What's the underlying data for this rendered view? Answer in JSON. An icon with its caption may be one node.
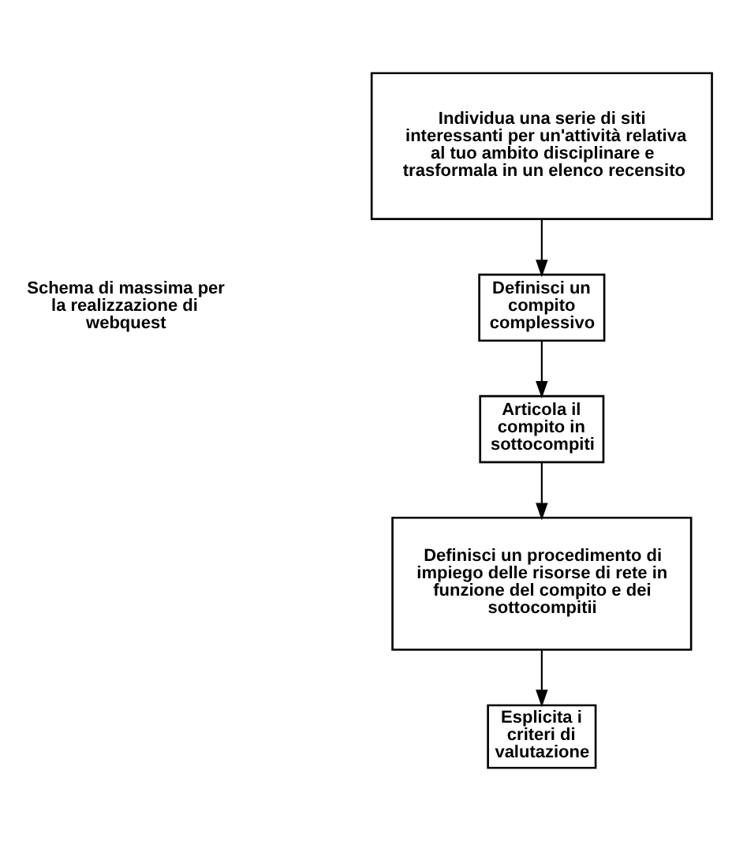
{
  "diagram": {
    "nodes": [
      {
        "text": [
          "Individua una serie di siti interessanti per un'attività relativa al tuo ambito disciplinare e trasformala in un elenco recensito"
        ]
      },
      {
        "text": [
          "Definisci un compito complessivo"
        ]
      },
      {
        "text": [
          "Articola il compito in sottocompiti"
        ]
      },
      {
        "text": [
          "Definisci un procedimento di impiego delle risorse di rete in funzione del compito e dei sottocompitii"
        ]
      },
      {
        "text": [
          "Esplicita i criteri di valutazione"
        ]
      }
    ],
    "edges": [
      {
        "from": 0,
        "to": 1,
        "arrow": "to"
      },
      {
        "from": 1,
        "to": 2,
        "arrow": "to"
      },
      {
        "from": 2,
        "to": 3,
        "arrow": "to"
      },
      {
        "from": 3,
        "to": 4,
        "arrow": "to"
      }
    ],
    "labels": [
      "Schema di massima per la realizzazione di webquest"
    ]
  }
}
